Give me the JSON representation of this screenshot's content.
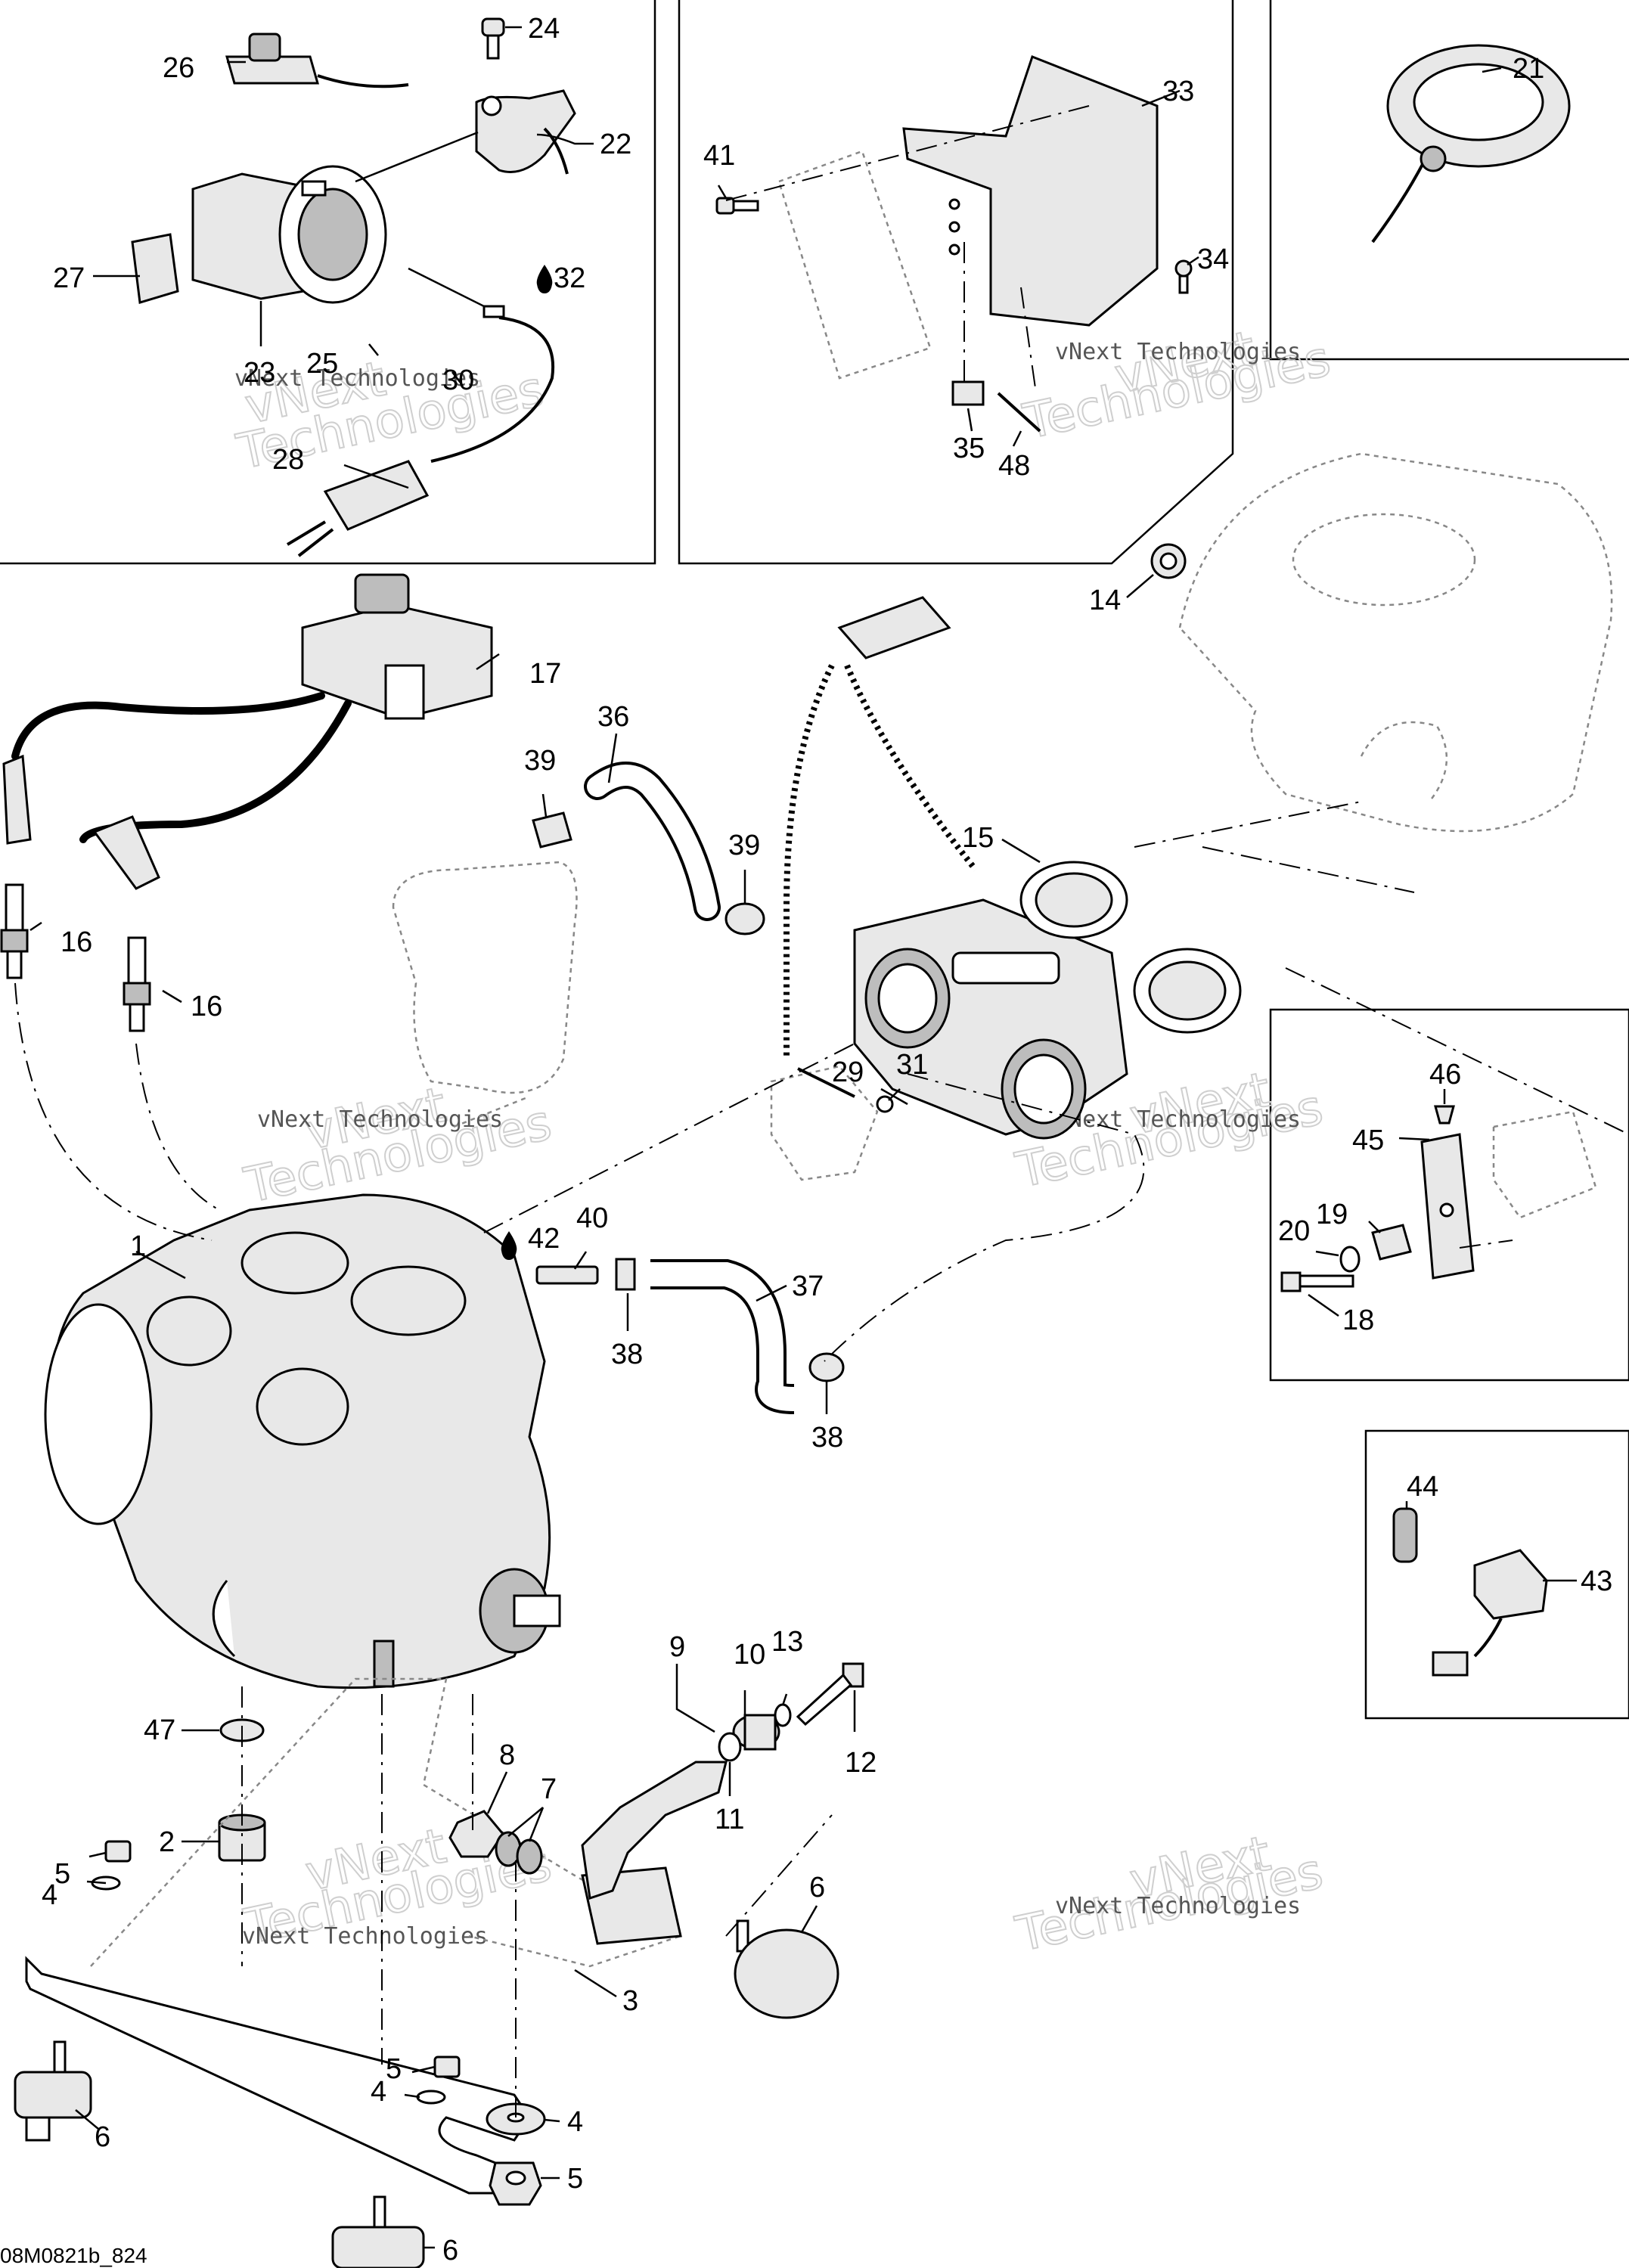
{
  "diagram": {
    "drawing_code": "08M0821b_824",
    "watermark_line1": "vNext Technologies",
    "watermark_word1": "vNext",
    "watermark_word2": "Technologies",
    "callouts": {
      "c1": "1",
      "c2": "2",
      "c3": "3",
      "c4a": "4",
      "c4b": "4",
      "c4c": "4",
      "c5a": "5",
      "c5b": "5",
      "c5c": "5",
      "c6a": "6",
      "c6b": "6",
      "c6c": "6",
      "c7": "7",
      "c8": "8",
      "c9": "9",
      "c10": "10",
      "c11": "11",
      "c12": "12",
      "c13": "13",
      "c14": "14",
      "c15": "15",
      "c16a": "16",
      "c16b": "16",
      "c17": "17",
      "c18": "18",
      "c19": "19",
      "c20": "20",
      "c21": "21",
      "c22": "22",
      "c23": "23",
      "c24": "24",
      "c25": "25",
      "c26": "26",
      "c27": "27",
      "c28": "28",
      "c29": "29",
      "c30": "30",
      "c31": "31",
      "c32": "32",
      "c33": "33",
      "c34": "34",
      "c35": "35",
      "c36": "36",
      "c37": "37",
      "c38a": "38",
      "c38b": "38",
      "c39a": "39",
      "c39b": "39",
      "c40": "40",
      "c41": "41",
      "c42": "42",
      "c43": "43",
      "c44": "44",
      "c45": "45",
      "c46": "46",
      "c47": "47",
      "c48": "48"
    }
  }
}
